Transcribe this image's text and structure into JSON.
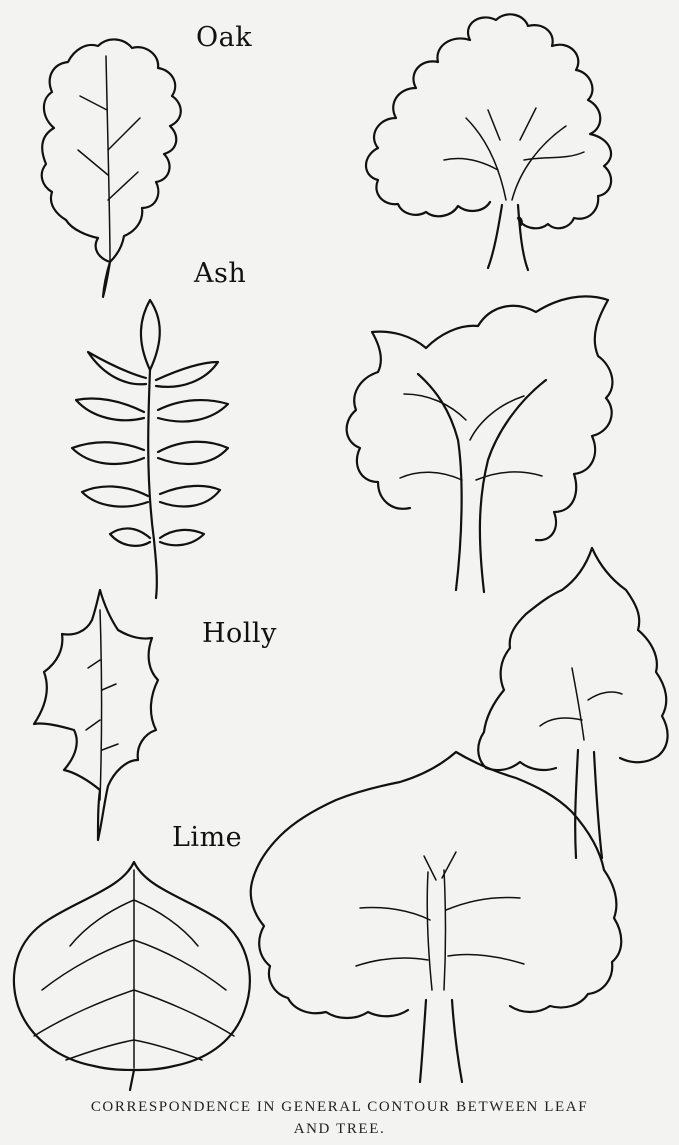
{
  "labels": {
    "oak": "Oak",
    "ash": "Ash",
    "holly": "Holly",
    "lime": "Lime"
  },
  "caption": {
    "line1": "CORRESPONDENCE IN GENERAL CONTOUR BETWEEN LEAF",
    "line2": "AND TREE."
  },
  "colors": {
    "paper": "#f3f3f1",
    "ink": "#111111"
  }
}
